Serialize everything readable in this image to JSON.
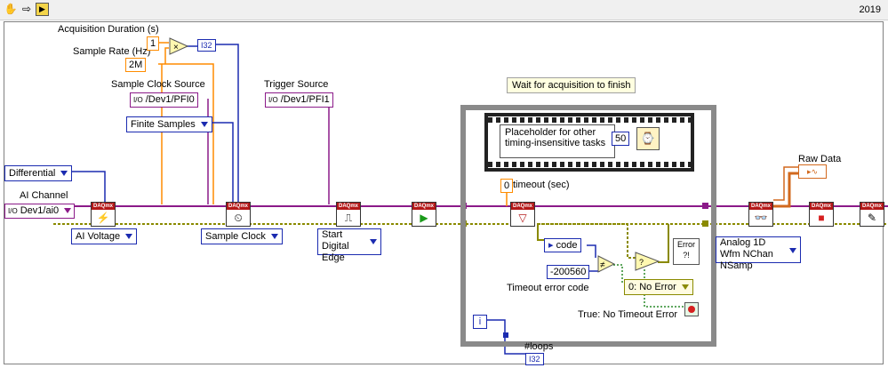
{
  "toolbar": {
    "year": "2019"
  },
  "labels": {
    "acq_duration": "Acquisition Duration (s)",
    "sample_rate": "Sample Rate (Hz)",
    "sample_clock_source": "Sample Clock Source",
    "trigger_source": "Trigger Source",
    "ai_channel": "AI Channel",
    "timeout_sec": "timeout (sec)",
    "timeout_error_code": "Timeout error code",
    "true_no_timeout": "True: No Timeout Error",
    "raw_data": "Raw Data",
    "loops": "#loops",
    "wait_note": "Wait for acquisition to finish",
    "placeholder": "Placeholder for other timing-insensitive tasks"
  },
  "constants": {
    "duration": "1",
    "rate": "2M",
    "clock_source": "/Dev1/PFI0",
    "trigger_source": "/Dev1/PFI1",
    "channel": "Dev1/ai0",
    "timeout": "0",
    "wait_ms": "50",
    "error_code": "-200560",
    "code_label": "code",
    "i32": "I32"
  },
  "rings": {
    "terminal_config": "Differential",
    "finite_samples": "Finite Samples",
    "ai_voltage": "AI Voltage",
    "sample_clock": "Sample Clock",
    "start_trigger": "Start Digital Edge",
    "read_type": "Analog 1D Wfm NChan NSamp",
    "no_error": "0: No Error"
  }
}
